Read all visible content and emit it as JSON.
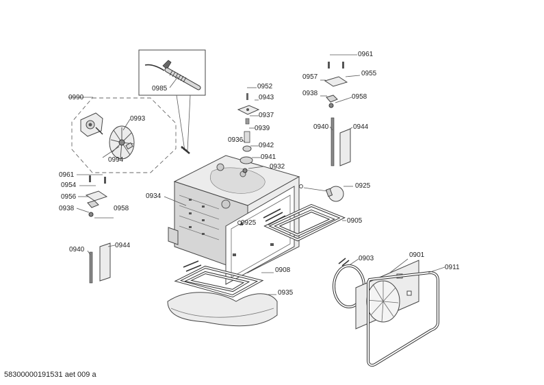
{
  "document_id": "58300000191531 aet 009 a",
  "callouts": [
    {
      "id": "c0961a",
      "text": "0961"
    },
    {
      "id": "c0957",
      "text": "0957"
    },
    {
      "id": "c0955",
      "text": "0955"
    },
    {
      "id": "c0938a",
      "text": "0938"
    },
    {
      "id": "c0958a",
      "text": "0958"
    },
    {
      "id": "c0940a",
      "text": "0940"
    },
    {
      "id": "c0944a",
      "text": "0944"
    },
    {
      "id": "c0985",
      "text": "0985"
    },
    {
      "id": "c0990",
      "text": "0990"
    },
    {
      "id": "c0993",
      "text": "0993"
    },
    {
      "id": "c0994",
      "text": "0994"
    },
    {
      "id": "c0952",
      "text": "0952"
    },
    {
      "id": "c0943",
      "text": "0943"
    },
    {
      "id": "c0937",
      "text": "0937"
    },
    {
      "id": "c0939",
      "text": "0939"
    },
    {
      "id": "c0936",
      "text": "0936"
    },
    {
      "id": "c0942",
      "text": "0942"
    },
    {
      "id": "c0941",
      "text": "0941"
    },
    {
      "id": "c0932",
      "text": "0932"
    },
    {
      "id": "c0925a",
      "text": "0925"
    },
    {
      "id": "c0925b",
      "text": "0925"
    },
    {
      "id": "c0905",
      "text": "0905"
    },
    {
      "id": "c0934",
      "text": "0934"
    },
    {
      "id": "c0961b",
      "text": "0961"
    },
    {
      "id": "c0954",
      "text": "0954"
    },
    {
      "id": "c0956",
      "text": "0956"
    },
    {
      "id": "c0938b",
      "text": "0938"
    },
    {
      "id": "c0958b",
      "text": "0958"
    },
    {
      "id": "c0940b",
      "text": "0940"
    },
    {
      "id": "c0944b",
      "text": "0944"
    },
    {
      "id": "c0908",
      "text": "0908"
    },
    {
      "id": "c0935",
      "text": "0935"
    },
    {
      "id": "c0903",
      "text": "0903"
    },
    {
      "id": "c0901",
      "text": "0901"
    },
    {
      "id": "c0911",
      "text": "0911"
    }
  ]
}
